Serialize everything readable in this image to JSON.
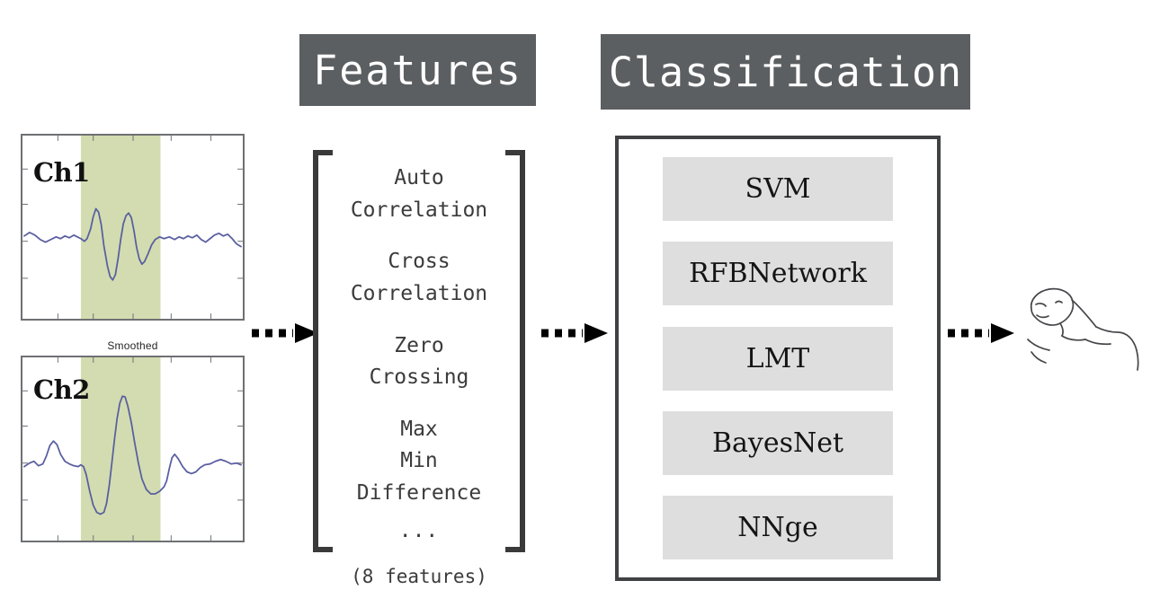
{
  "signals": {
    "smoothed_label": "Smoothed",
    "channels": [
      {
        "label": "Ch1",
        "name": "channel-1"
      },
      {
        "label": "Ch2",
        "name": "channel-2"
      }
    ],
    "highlight_color": "#d2dcb0",
    "trace_color": "#5a5fa0",
    "panel_border_color": "#6e7073"
  },
  "features": {
    "banner": "Features",
    "groups": [
      {
        "lines": [
          "Auto",
          "Correlation"
        ]
      },
      {
        "lines": [
          "Cross",
          "Correlation"
        ]
      },
      {
        "lines": [
          "Zero",
          "Crossing"
        ]
      },
      {
        "lines": [
          "Max",
          "Min",
          "Difference"
        ]
      }
    ],
    "ellipsis": "...",
    "count_caption": "(8 features)"
  },
  "classification": {
    "banner": "Classification",
    "classifiers": [
      "SVM",
      "RFBNetwork",
      "LMT",
      "BayesNet",
      "NNge"
    ],
    "box_fill": "#dedede",
    "box_border": "#3f4143"
  },
  "flow": {
    "arrows": [
      {
        "name": "arrow-signals-to-features"
      },
      {
        "name": "arrow-features-to-classification"
      },
      {
        "name": "arrow-classification-to-subject"
      }
    ],
    "arrow_color": "#000000"
  },
  "output": {
    "figure": "sleeping-person"
  },
  "theme": {
    "banner_background": "#5c5f61",
    "banner_text": "#ffffff",
    "page_background": "#ffffff"
  }
}
